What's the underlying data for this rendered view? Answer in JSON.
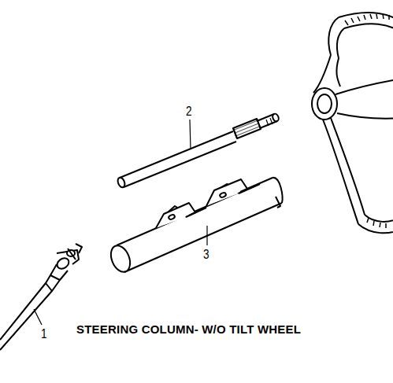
{
  "diagram": {
    "caption": "STEERING COLUMN- W/O TILT WHEEL",
    "labels": [
      "2",
      "3",
      "1"
    ]
  }
}
